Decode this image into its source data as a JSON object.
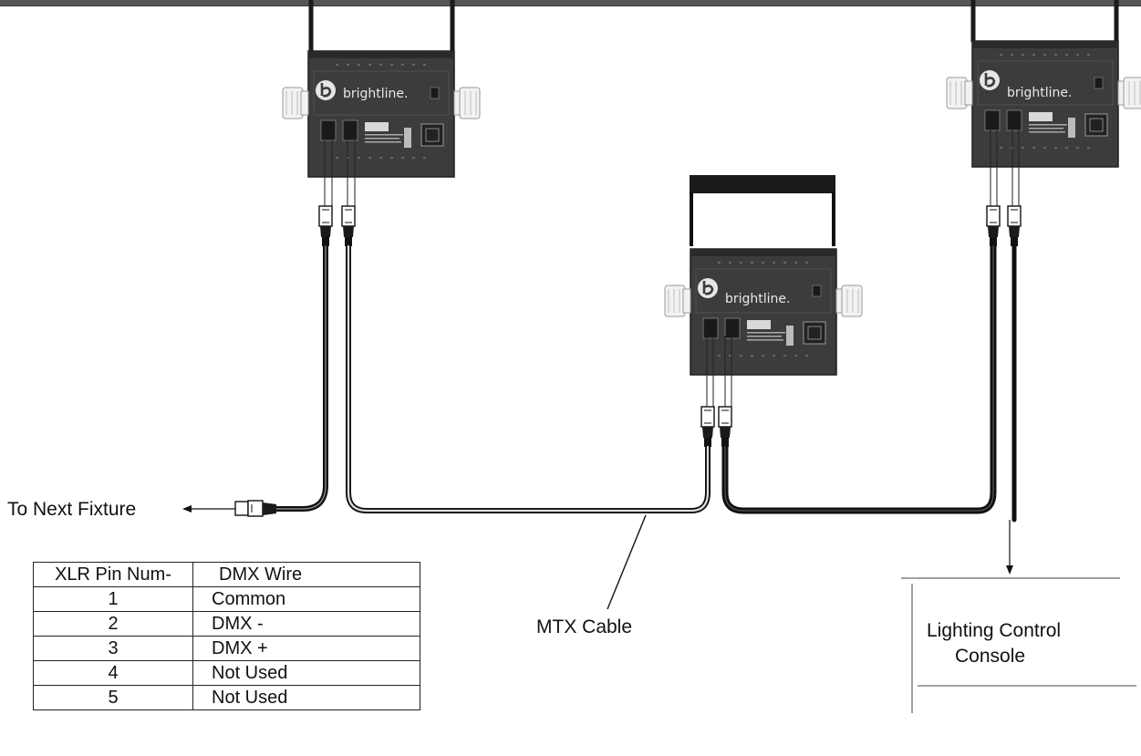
{
  "fixtures": [
    {
      "id": "left",
      "brand": "brightline."
    },
    {
      "id": "center",
      "brand": "brightline."
    },
    {
      "id": "right",
      "brand": "brightline."
    }
  ],
  "labels": {
    "to_next_fixture": "To Next Fixture",
    "mtx_cable": "MTX Cable",
    "console_line1": "Lighting Control",
    "console_line2": "Console"
  },
  "pin_table": {
    "headers": [
      "XLR Pin Num-",
      "DMX Wire"
    ],
    "rows": [
      [
        "1",
        "Common"
      ],
      [
        "2",
        "DMX -"
      ],
      [
        "3",
        "DMX +"
      ],
      [
        "4",
        "Not Used"
      ],
      [
        "5",
        "Not Used"
      ]
    ]
  }
}
